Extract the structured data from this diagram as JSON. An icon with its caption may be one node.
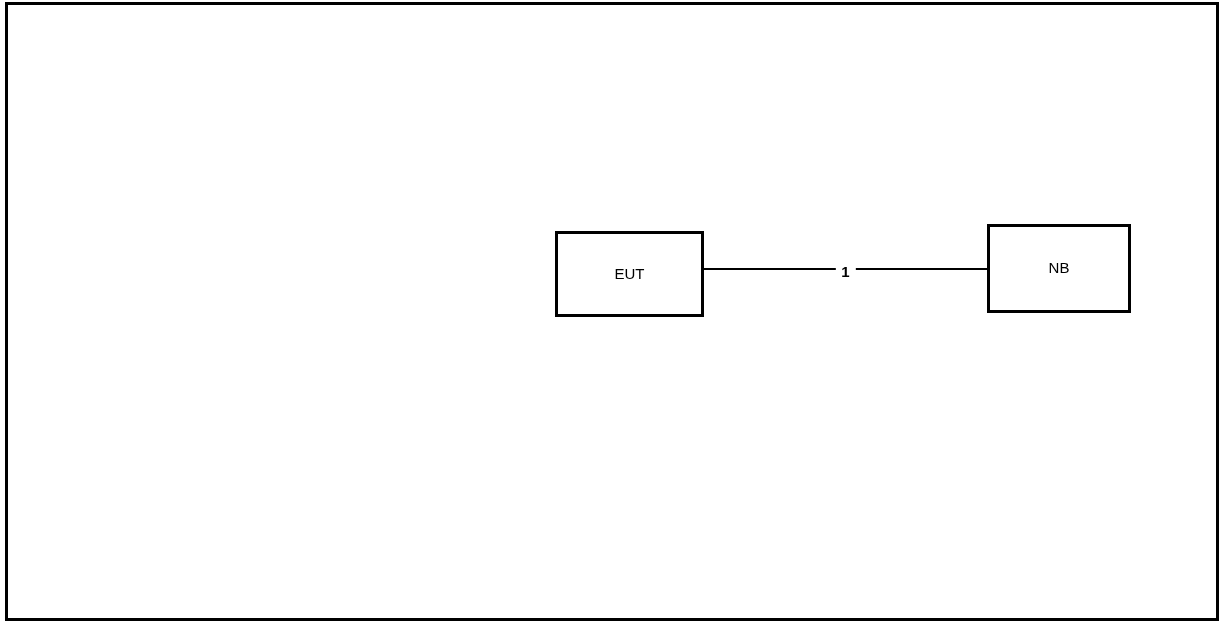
{
  "diagram": {
    "nodes": [
      {
        "text": [
          "EUT"
        ]
      },
      {
        "text": [
          "NB"
        ]
      }
    ],
    "edges": [
      {
        "from": 0,
        "to": 1,
        "arrow": "none",
        "label": "1"
      }
    ]
  }
}
